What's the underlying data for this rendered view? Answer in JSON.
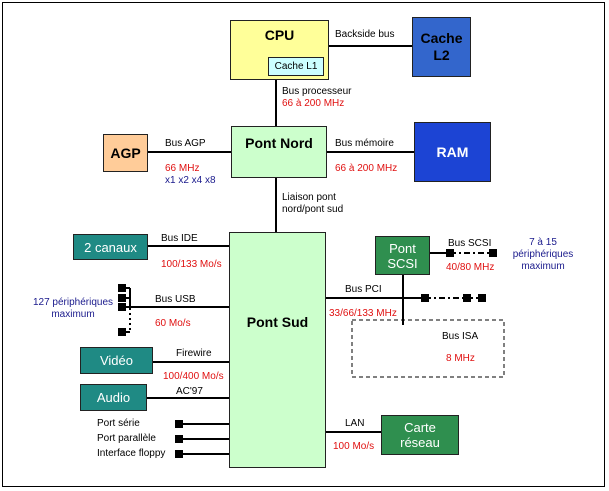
{
  "colors": {
    "cpu": "#ffff99",
    "cache_l1": "#ccffff",
    "cache_l2": "#3366cc",
    "agp": "#ffcc99",
    "bridge": "#ccffcc",
    "ram": "#1c44d4",
    "teal_box": "#1f8a84",
    "green_box": "#2f8f4f",
    "speed": "#e01010",
    "note": "#1a1a8c"
  },
  "boxes": {
    "cpu": "CPU",
    "cache_l1": "Cache L1",
    "cache_l2": [
      "Cache",
      "L2"
    ],
    "agp": "AGP",
    "pont_nord": "Pont Nord",
    "ram": "RAM",
    "ide": "2 canaux",
    "pont_sud": "Pont Sud",
    "pont_scsi": [
      "Pont",
      "SCSI"
    ],
    "video": "Vidéo",
    "audio": "Audio",
    "carte_reseau": [
      "Carte",
      "réseau"
    ],
    "isa": "Bus ISA"
  },
  "buses": {
    "backside": "Backside bus",
    "processeur": "Bus processeur",
    "processeur_speed": "66 à 200 MHz",
    "agp": "Bus AGP",
    "agp_speed": "66 MHz",
    "agp_modes": "x1 x2 x4 x8",
    "memoire": "Bus mémoire",
    "memoire_speed": "66 à 200 MHz",
    "liaison": [
      "Liaison pont",
      "nord/pont sud"
    ],
    "ide": "Bus IDE",
    "ide_speed": "100/133 Mo/s",
    "usb": "Bus USB",
    "usb_speed": "60 Mo/s",
    "usb_note": [
      "127 périphériques",
      "maximum"
    ],
    "firewire": "Firewire",
    "firewire_speed": "100/400 Mo/s",
    "ac97": "AC'97",
    "pci": "Bus PCI",
    "pci_speed": "33/66/133 MHz",
    "scsi": "Bus SCSI",
    "scsi_speed": "40/80 MHz",
    "scsi_note": [
      "7 à 15",
      "périphériques",
      "maximum"
    ],
    "isa_speed": "8 MHz",
    "lan": "LAN",
    "lan_speed": "100 Mo/s"
  },
  "ports": [
    "Port série",
    "Port parallèle",
    "Interface floppy"
  ]
}
